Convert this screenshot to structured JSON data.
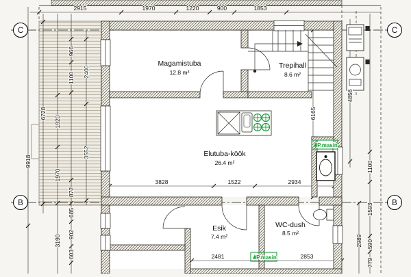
{
  "grid": {
    "c": "C",
    "b": "B"
  },
  "rooms": {
    "magamistuba": {
      "name": "Magamistuba",
      "area": "12.8 m²"
    },
    "trepihall": {
      "name": "Trepihall",
      "area": "8.6 m²"
    },
    "elutuba": {
      "name": "Elutuba-köök",
      "area": "26.4 m²"
    },
    "esik": {
      "name": "Esik",
      "area": "7.4 m²"
    },
    "wc": {
      "name": "WC-dush",
      "area": "8.5 m²"
    }
  },
  "appliances": {
    "washer_elutuba": "P.masin",
    "washer_esik": "P.masin"
  },
  "dims": {
    "top": [
      "2915",
      "1970",
      "1220",
      "900",
      "1853"
    ],
    "left_far": "9918",
    "left_cb": "6728",
    "left_mid": [
      "1920",
      "1970",
      "3190"
    ],
    "left_near": [
      "966",
      "1100",
      "872",
      "685",
      "902",
      "603"
    ],
    "room_left": [
      "2400",
      "3552"
    ],
    "right_inner": "6165",
    "right_mid": "4856",
    "right_near": [
      "1100",
      "1593",
      "590",
      "779"
    ],
    "right_lower": "2989",
    "interior": [
      "3828",
      "1522",
      "2934"
    ],
    "lower": [
      "2481",
      "2853"
    ]
  },
  "colors": {
    "ink": "#1c1c1c",
    "accent_green": "#19a038",
    "paper": "#f6f5f1"
  }
}
